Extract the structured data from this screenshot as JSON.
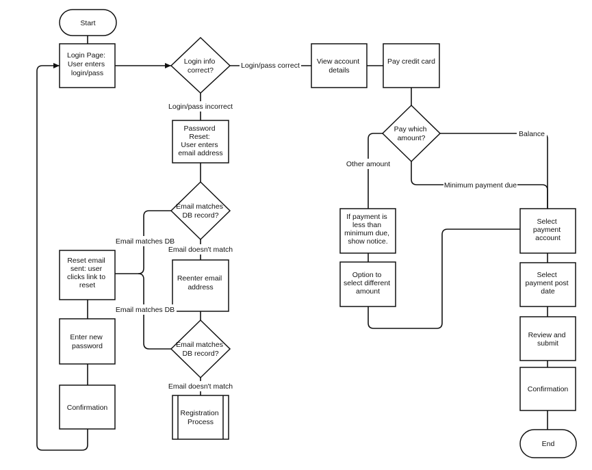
{
  "nodes": {
    "start": "Start",
    "login_page": [
      "Login Page:",
      "User enters",
      "login/pass"
    ],
    "login_check": [
      "Login info",
      "correct?"
    ],
    "view_account": [
      "View account",
      "details"
    ],
    "pay_credit_card": "Pay credit card",
    "pay_which": [
      "Pay which",
      "amount?"
    ],
    "password_reset": [
      "Password",
      "Reset:",
      "User enters",
      "email address"
    ],
    "email_match_1": [
      "Email matches",
      "DB record?"
    ],
    "reset_email_sent": [
      "Reset email",
      "sent: user",
      "clicks link to",
      "reset"
    ],
    "reenter_email": [
      "Reenter email",
      "address"
    ],
    "email_match_2": [
      "Email matches",
      "DB record?"
    ],
    "enter_new_password": [
      "Enter new",
      "password"
    ],
    "confirmation_left": "Confirmation",
    "registration": [
      "Registration",
      "Process"
    ],
    "payment_notice": [
      "If payment is",
      "less than",
      "minimum due,",
      "show notice."
    ],
    "select_different": [
      "Option to",
      "select different",
      "amount"
    ],
    "select_account": [
      "Select",
      "payment",
      "account"
    ],
    "select_post_date": [
      "Select",
      "payment post",
      "date"
    ],
    "review_submit": [
      "Review and",
      "submit"
    ],
    "confirmation_right": "Confirmation",
    "end": "End"
  },
  "edge_labels": {
    "login_correct": "Login/pass correct",
    "login_incorrect": "Login/pass incorrect",
    "email_matches_1": "Email matches DB",
    "email_doesnt_match_1": "Email doesn't match",
    "email_matches_2": "Email matches DB",
    "email_doesnt_match_2": "Email doesn't match",
    "other_amount": "Other amount",
    "balance": "Balance",
    "minimum_payment_due": "Minimum payment due"
  }
}
